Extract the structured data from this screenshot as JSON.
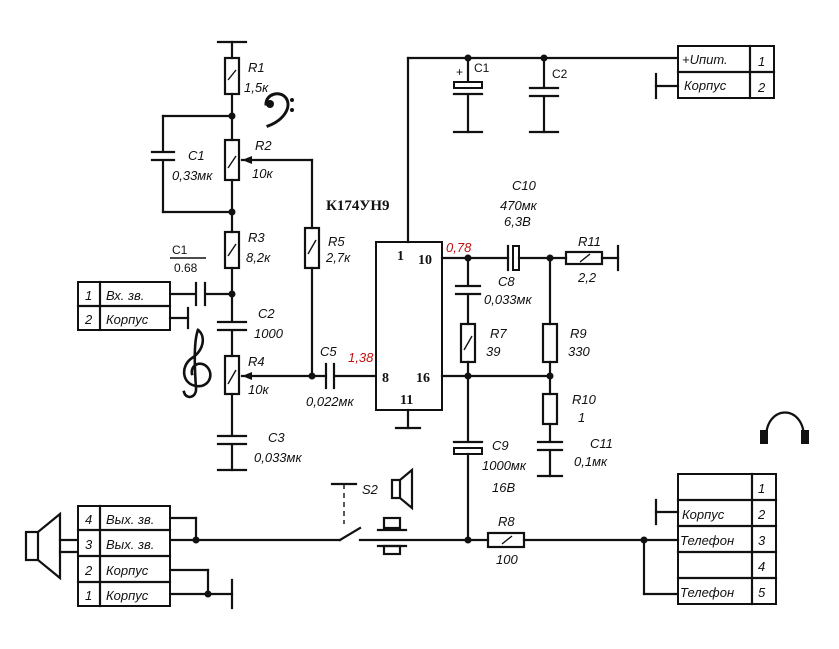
{
  "ic": {
    "name": "К174УН9",
    "pins": [
      "1",
      "10",
      "8",
      "16",
      "11"
    ]
  },
  "voltages": {
    "pin10": "0,78",
    "pin8": "1,38"
  },
  "components": {
    "R1": {
      "name": "R1",
      "value": "1,5к"
    },
    "R2": {
      "name": "R2",
      "value": "10к"
    },
    "R3": {
      "name": "R3",
      "value": "8,2к"
    },
    "R4": {
      "name": "R4",
      "value": "10к"
    },
    "R5": {
      "name": "R5",
      "value": "2,7к"
    },
    "R7": {
      "name": "R7",
      "value": "39"
    },
    "R8": {
      "name": "R8",
      "value": "100"
    },
    "R9": {
      "name": "R9",
      "value": "330"
    },
    "R10": {
      "name": "R10",
      "value": "1"
    },
    "R11": {
      "name": "R11",
      "value": "2,2"
    },
    "C1L": {
      "name": "C1",
      "value": "0,33мк"
    },
    "C1IN": {
      "name": "C1",
      "value": "0.68"
    },
    "C2L": {
      "name": "C2",
      "value": "1000"
    },
    "C3": {
      "name": "C3",
      "value": "0,033мк"
    },
    "C5": {
      "name": "C5",
      "value": "0,022мк"
    },
    "C8": {
      "name": "C8",
      "value": "0,033мк"
    },
    "C9": {
      "name": "C9",
      "value": "1000мк",
      "voltage": "16В"
    },
    "C10": {
      "name": "C10",
      "value": "470мк",
      "voltage": "6,3В"
    },
    "C11": {
      "name": "C11",
      "value": "0,1мк"
    },
    "C1S": {
      "name": "C1"
    },
    "C2S": {
      "name": "C2"
    },
    "S2": {
      "name": "S2"
    }
  },
  "connectors": {
    "input": [
      {
        "n": "1",
        "label": "Вх. зв."
      },
      {
        "n": "2",
        "label": "Корпус"
      }
    ],
    "power": [
      {
        "n": "1",
        "label": "+Uпит."
      },
      {
        "n": "2",
        "label": "Корпус"
      }
    ],
    "output": [
      {
        "n": "4",
        "label": "Вых. зв."
      },
      {
        "n": "3",
        "label": "Вых. зв."
      },
      {
        "n": "2",
        "label": "Корпус"
      },
      {
        "n": "1",
        "label": "Корпус"
      }
    ],
    "phone": [
      {
        "n": "1",
        "label": ""
      },
      {
        "n": "2",
        "label": "Корпус"
      },
      {
        "n": "3",
        "label": "Телефон"
      },
      {
        "n": "4",
        "label": ""
      },
      {
        "n": "5",
        "label": "Телефон"
      }
    ]
  },
  "icons": [
    "bass-clef-icon",
    "treble-clef-icon",
    "speaker-icon",
    "loudspeaker-icon",
    "headphones-icon"
  ],
  "colors": {
    "ink": "#111111",
    "voltage": "#c01010"
  }
}
